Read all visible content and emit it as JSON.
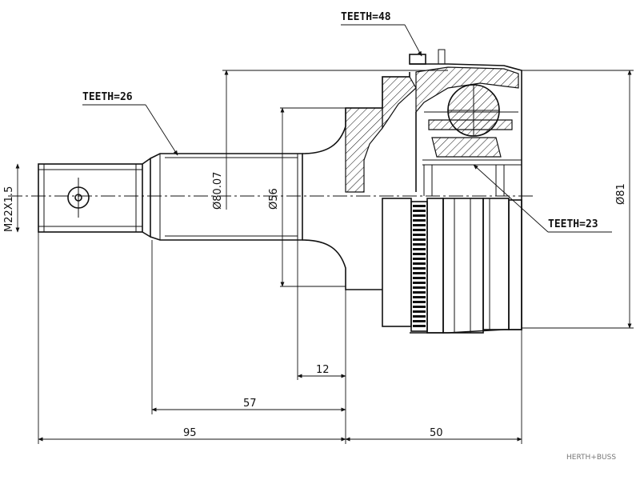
{
  "labels": {
    "teeth_48": "TEETH=48",
    "teeth_26": "TEETH=26",
    "teeth_23": "TEETH=23"
  },
  "dimensions": {
    "thread": "M22X1.5",
    "dia_80_07": "Ø80.07",
    "dia_56": "Ø56",
    "dia_81": "Ø81",
    "len_12": "12",
    "len_57": "57",
    "len_95": "95",
    "len_50": "50"
  },
  "brand": "HERTH+BUSS",
  "colors": {
    "line": "#111111",
    "brand": "#777777",
    "background": "#ffffff"
  }
}
